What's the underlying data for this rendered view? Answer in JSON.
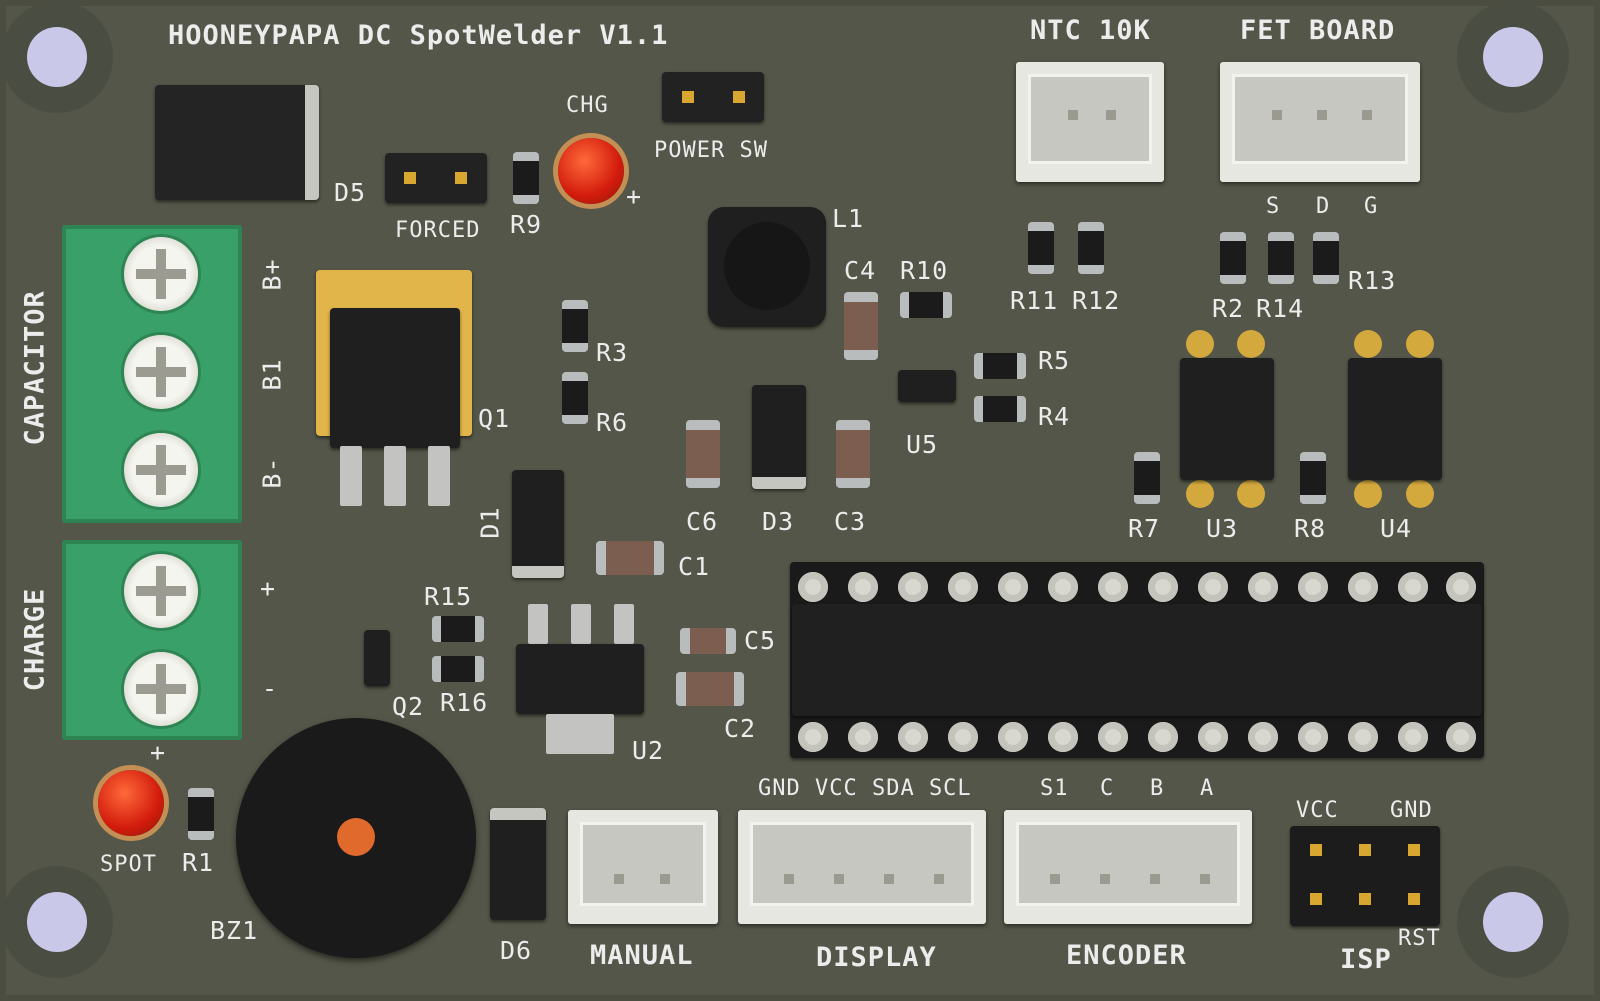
{
  "board": {
    "title": "HOONEYPAPA DC SpotWelder V1.1",
    "colors": {
      "pcb": "#535648",
      "silkscreen": "#ececec",
      "pad": "#d3a83d",
      "terminal": "#3aa06a",
      "led": "#e0210f"
    }
  },
  "connectors": {
    "ntc": "NTC 10K",
    "fet_board": "FET BOARD",
    "fet_pins": [
      "S",
      "D",
      "G"
    ],
    "power_sw": "POWER SW",
    "forced": "FORCED",
    "capacitor": "CAPACITOR",
    "capacitor_pins": [
      "B+",
      "B1",
      "B-"
    ],
    "charge": "CHARGE",
    "charge_pins": [
      "+",
      "-"
    ],
    "manual": "MANUAL",
    "display": "DISPLAY",
    "display_pins": "GND VCC SDA SCL",
    "encoder": "ENCODER",
    "encoder_pins": [
      "S1",
      "C",
      "B",
      "A"
    ],
    "isp": "ISP",
    "isp_vcc": "VCC",
    "isp_gnd": "GND",
    "isp_rst": "RST"
  },
  "leds": {
    "chg": "CHG",
    "chg_plus": "+",
    "spot": "SPOT",
    "spot_plus": "+"
  },
  "components": {
    "d5": "D5",
    "r9": "R9",
    "l1": "L1",
    "c4": "C4",
    "r10": "R10",
    "r11": "R11",
    "r12": "R12",
    "r2": "R2",
    "r14": "R14",
    "r13": "R13",
    "r3": "R3",
    "r6": "R6",
    "q1": "Q1",
    "r5": "R5",
    "r4": "R4",
    "u5": "U5",
    "c6": "C6",
    "d3": "D3",
    "c3": "C3",
    "d1": "D1",
    "c1": "C1",
    "r7": "R7",
    "u3": "U3",
    "r8": "R8",
    "u4": "U4",
    "r15": "R15",
    "r16": "R16",
    "q2": "Q2",
    "c5": "C5",
    "c2": "C2",
    "u2": "U2",
    "r1": "R1",
    "bz1": "BZ1",
    "d6": "D6"
  }
}
